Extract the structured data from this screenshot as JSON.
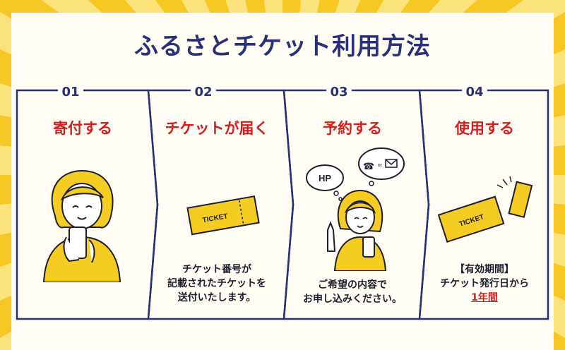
{
  "title": "ふるさとチケット利用方法",
  "steps": [
    {
      "number": "01",
      "heading": "寄付する",
      "caption": []
    },
    {
      "number": "02",
      "heading": "チケットが届く",
      "ticket_label": "TICKET",
      "caption": [
        "チケット番号が",
        "記載されたチケットを",
        "送付いたします。"
      ]
    },
    {
      "number": "03",
      "heading": "予約する",
      "bubble_text": "HP",
      "bubble_or": "or",
      "caption": [
        "ご希望の内容で",
        "お申し込みください。"
      ]
    },
    {
      "number": "04",
      "heading": "使用する",
      "ticket_label": "TICKET",
      "caption": [
        "【有効期間】",
        "チケット発行日から"
      ],
      "caption_highlight": "1年間"
    }
  ],
  "colors": {
    "navy": "#2a3078",
    "red": "#d01f1f",
    "yellow": "#f5cc22",
    "background_yellow": "#f7c824",
    "panel": "#fffdf4"
  }
}
